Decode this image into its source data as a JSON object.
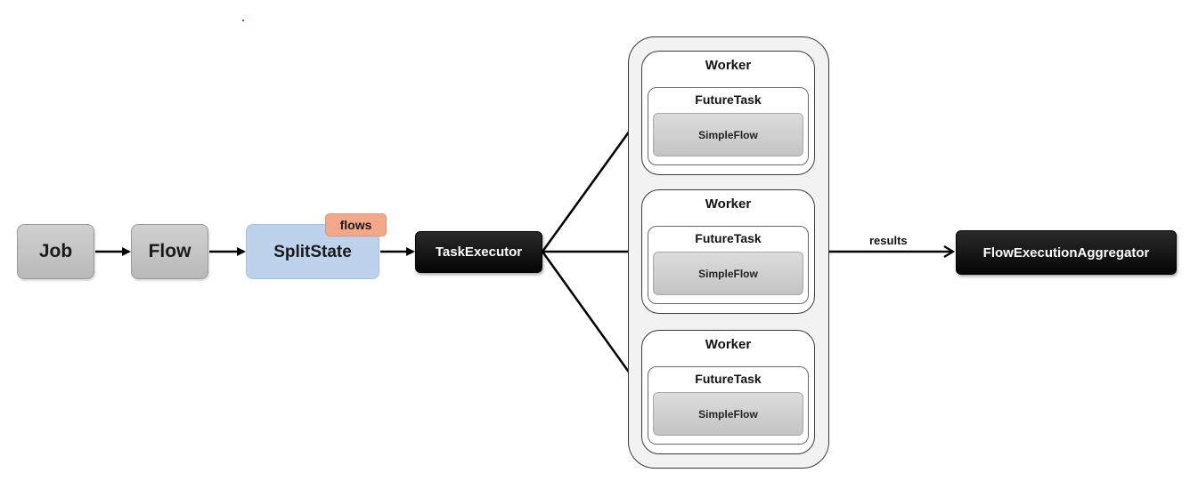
{
  "nodes": {
    "job": "Job",
    "flow": "Flow",
    "split_state": "SplitState",
    "flows_badge": "flows",
    "task_executor": "TaskExecutor",
    "aggregator": "FlowExecutionAggregator"
  },
  "workers": [
    {
      "label": "Worker",
      "task_label": "FutureTask",
      "flow_label": "SimpleFlow"
    },
    {
      "label": "Worker",
      "task_label": "FutureTask",
      "flow_label": "SimpleFlow"
    },
    {
      "label": "Worker",
      "task_label": "FutureTask",
      "flow_label": "SimpleFlow"
    }
  ],
  "edges": {
    "results_label": "results"
  },
  "colors": {
    "gray_node": "#c4c4c4",
    "split_state": "#bdd3ec",
    "badge": "#f3a88a",
    "dark_node": "#0a0a0a",
    "pool_fill": "#f2f2f2",
    "arrow": "#000000"
  }
}
